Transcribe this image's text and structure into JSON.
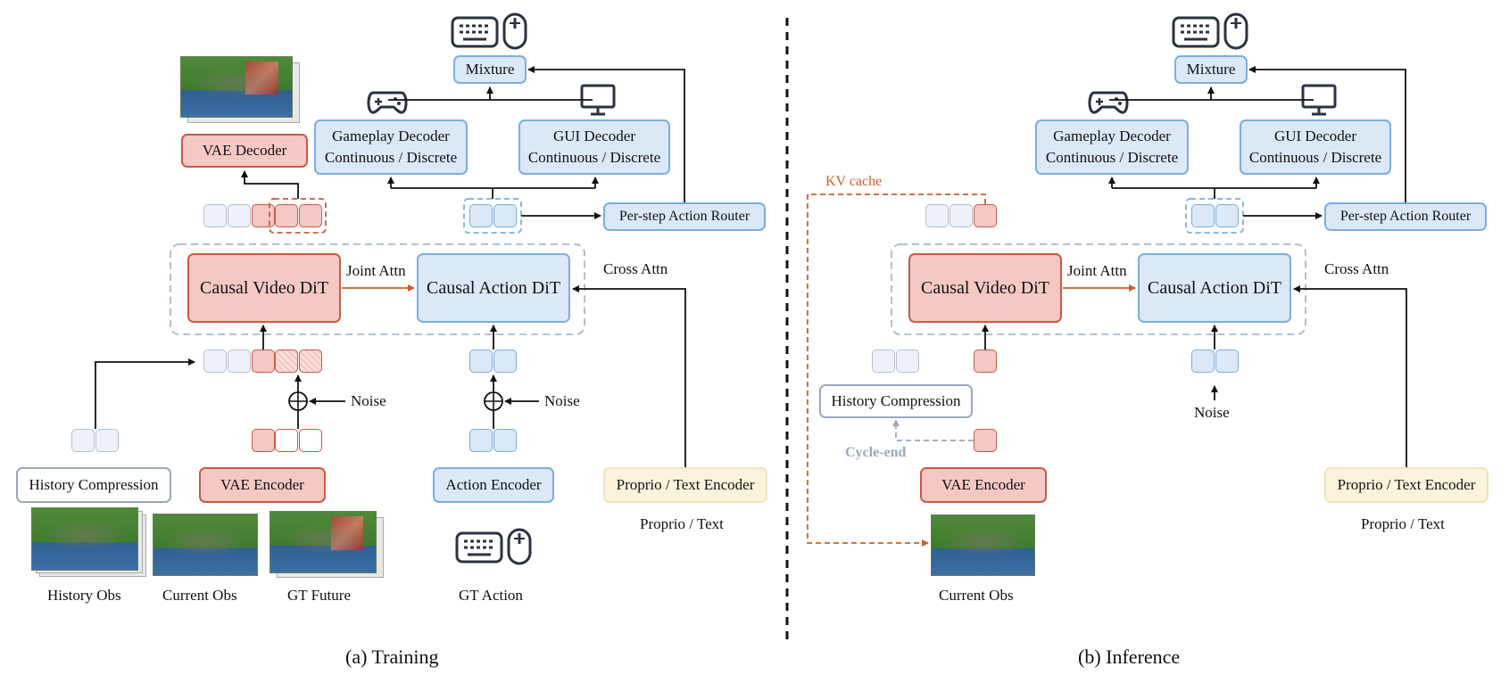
{
  "training": {
    "caption": "(a) Training",
    "mixture": "Mixture",
    "gameplay_decoder": [
      "Gameplay Decoder",
      "Continuous / Discrete"
    ],
    "gui_decoder": [
      "GUI Decoder",
      "Continuous / Discrete"
    ],
    "router": "Per-step Action Router",
    "vae_decoder": "VAE Decoder",
    "video_dit": "Causal Video DiT",
    "joint_attn": "Joint Attn",
    "action_dit": "Causal  Action DiT",
    "cross_attn": "Cross Attn",
    "noise_video": "Noise",
    "noise_action": "Noise",
    "history_compression": "History Compression",
    "vae_encoder": "VAE Encoder",
    "action_encoder": "Action Encoder",
    "proprio_encoder": "Proprio / Text Encoder",
    "proprio_text": "Proprio / Text",
    "history_obs": "History Obs",
    "current_obs": "Current Obs",
    "gt_future": "GT Future",
    "gt_action": "GT Action"
  },
  "inference": {
    "caption": "(b) Inference",
    "mixture": "Mixture",
    "gameplay_decoder": [
      "Gameplay Decoder",
      "Continuous / Discrete"
    ],
    "gui_decoder": [
      "GUI Decoder",
      "Continuous / Discrete"
    ],
    "router": "Per-step Action Router",
    "kv_cache": "KV cache",
    "video_dit": "Causal Video DiT",
    "joint_attn": "Joint Attn",
    "action_dit": "Causal  Action DiT",
    "cross_attn": "Cross Attn",
    "history_compression": "History Compression",
    "cycle_end": "Cycle-end",
    "noise": "Noise",
    "vae_encoder": "VAE Encoder",
    "proprio_encoder": "Proprio / Text Encoder",
    "proprio_text": "Proprio / Text",
    "current_obs": "Current Obs"
  },
  "icons": [
    "keyboard-mouse-icon",
    "gamepad-icon",
    "monitor-icon"
  ],
  "colors": {
    "blue_fill": "#dbe8f8",
    "blue_border": "#7aaee0",
    "red_fill": "#f6c8c4",
    "red_border": "#c85a45",
    "dashed_group": "#a9b8cc",
    "cycle_end": "#9aa8bb",
    "kv_cache": "#c8602a"
  }
}
